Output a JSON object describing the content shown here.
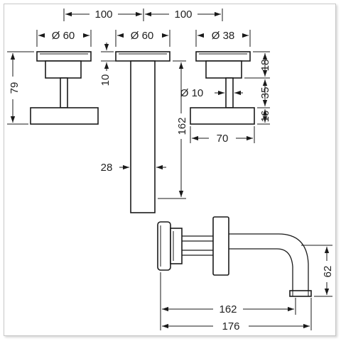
{
  "drawing": {
    "dimensions": {
      "spacing_left": "100",
      "spacing_right": "100",
      "dia_left_handle": "Ø 60",
      "dia_center": "Ø 60",
      "dia_right_handle": "Ø 38",
      "height_79": "79",
      "height_10": "10",
      "height_162": "162",
      "width_28": "28",
      "dia_stem": "Ø 10",
      "width_70": "70",
      "height_18": "18",
      "height_35": "35",
      "height_16": "16",
      "spout_162": "162",
      "spout_176": "176",
      "spout_62": "62"
    }
  }
}
